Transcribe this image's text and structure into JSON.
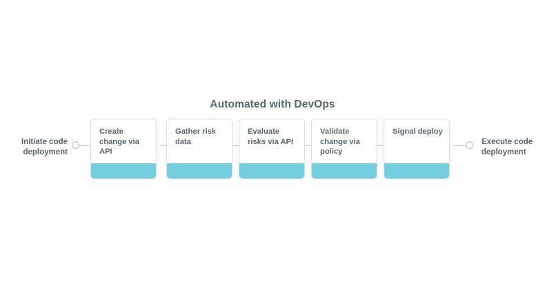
{
  "diagram": {
    "title": "Automated with DevOps",
    "type": "process-flow",
    "accent_color": "#75cedf",
    "text_color": "#5a6670",
    "border_color": "#dcdfe1",
    "connector_color": "#c2c7cb",
    "background_color": "#fdfdfd",
    "start_label": "Initiate code deployment",
    "end_label": "Execute code deployment",
    "steps": [
      {
        "label": "Create change via API"
      },
      {
        "label": "Gather risk data"
      },
      {
        "label": "Evaluate risks via API"
      },
      {
        "label": "Validate change via policy"
      },
      {
        "label": "Signal deploy"
      }
    ]
  }
}
